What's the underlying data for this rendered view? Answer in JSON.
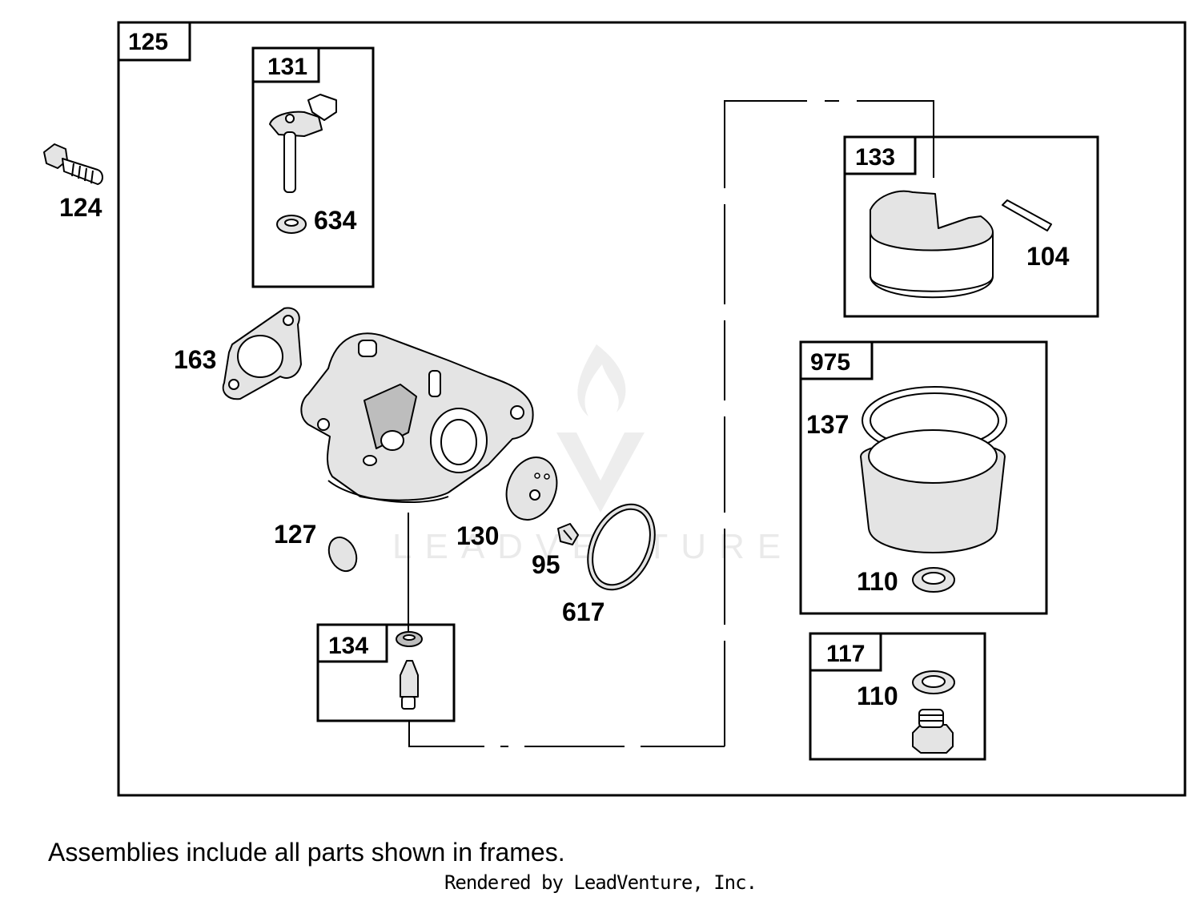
{
  "diagram": {
    "assembly_frames": [
      {
        "id": "125",
        "label": "125"
      },
      {
        "id": "131",
        "label": "131"
      },
      {
        "id": "133",
        "label": "133"
      },
      {
        "id": "975",
        "label": "975"
      },
      {
        "id": "134",
        "label": "134"
      },
      {
        "id": "117",
        "label": "117"
      }
    ],
    "part_labels": {
      "p124": "124",
      "p634": "634",
      "p163": "163",
      "p127": "127",
      "p130": "130",
      "p95": "95",
      "p617": "617",
      "p104": "104",
      "p137": "137",
      "p110a": "110",
      "p110b": "110"
    },
    "watermark": "LEADVENTURE",
    "caption": "Assemblies include all parts shown in frames.",
    "credit": "Rendered by LeadVenture, Inc."
  }
}
